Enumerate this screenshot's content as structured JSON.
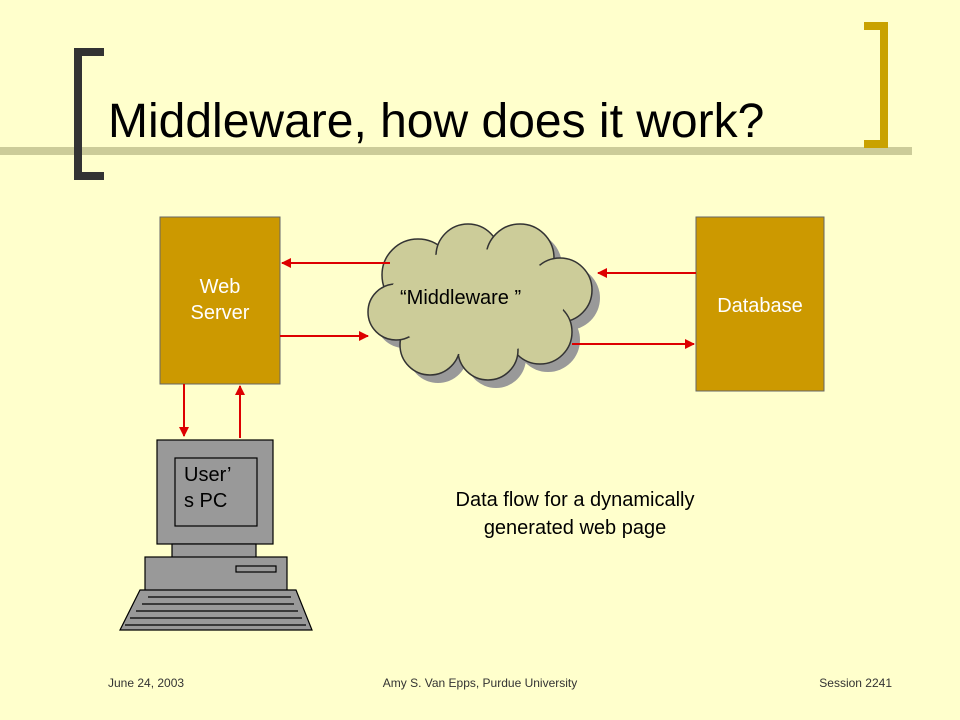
{
  "slide": {
    "title": "Middleware, how does it work?",
    "web_server_label": "Web Server",
    "middleware_label": "“Middleware ”",
    "database_label": "Database",
    "user_pc_label": "User’ s PC",
    "caption": "Data flow for a dynamically generated web page",
    "footer": {
      "date": "June 24, 2003",
      "author": "Amy S. Van Epps, Purdue University",
      "session": "Session 2241"
    }
  },
  "colors": {
    "background": "#ffffcc",
    "box_fill": "#cc9900",
    "cloud_fill": "#cccc99",
    "arrow": "#dd0000",
    "bracket_dark": "#333333",
    "bracket_gold": "#c9a200",
    "title_line": "#cccc99"
  }
}
